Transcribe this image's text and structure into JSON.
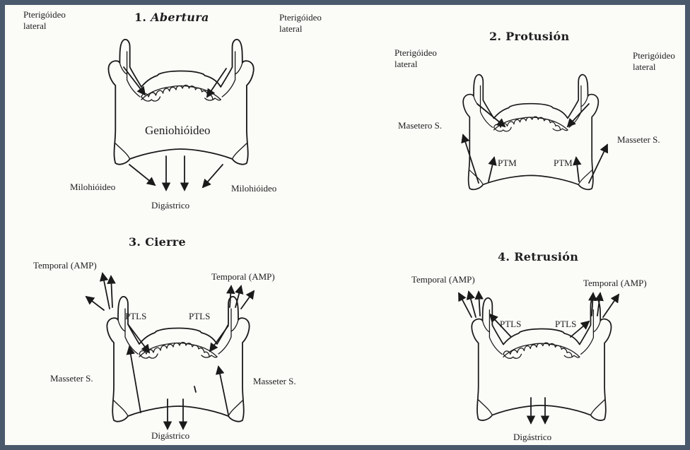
{
  "colors": {
    "frame": "#4a5a6c",
    "background": "#fbfbf8",
    "ink": "#1a1a1a"
  },
  "panels": [
    {
      "number": "1.",
      "title": "Abertura",
      "labels": {
        "pterigoideo_left_1": "Pterigóideo",
        "pterigoideo_left_2": "lateral",
        "pterigoideo_right_1": "Pterigóideo",
        "pterigoideo_right_2": "lateral",
        "center": "Geniohióideo",
        "milohioideo_left": "Milohióideo",
        "milohioideo_right": "Milohióideo",
        "digastrico": "Digástrico"
      }
    },
    {
      "number": "2.",
      "title": "Protusión",
      "labels": {
        "pterigoideo_left_1": "Pterigóideo",
        "pterigoideo_left_2": "lateral",
        "pterigoideo_right_1": "Pterigóideo",
        "pterigoideo_right_2": "lateral",
        "masetero_left": "Masetero S.",
        "masseter_right": "Masseter S.",
        "ptm_left": "PTM",
        "ptm_right": "PTM"
      }
    },
    {
      "number": "3.",
      "title": "Cierre",
      "labels": {
        "temporal_left": "Temporal (AMP)",
        "temporal_right": "Temporal (AMP)",
        "ptls_left": "PTLS",
        "ptls_right": "PTLS",
        "masseter_left": "Masseter S.",
        "masseter_right": "Masseter S.",
        "digastrico": "Digástrico"
      }
    },
    {
      "number": "4.",
      "title": "Retrusión",
      "labels": {
        "temporal_left": "Temporal (AMP)",
        "temporal_right": "Temporal (AMP)",
        "ptls_left": "PTLS",
        "ptls_right": "PTLS",
        "digastrico": "Digástrico"
      }
    }
  ]
}
